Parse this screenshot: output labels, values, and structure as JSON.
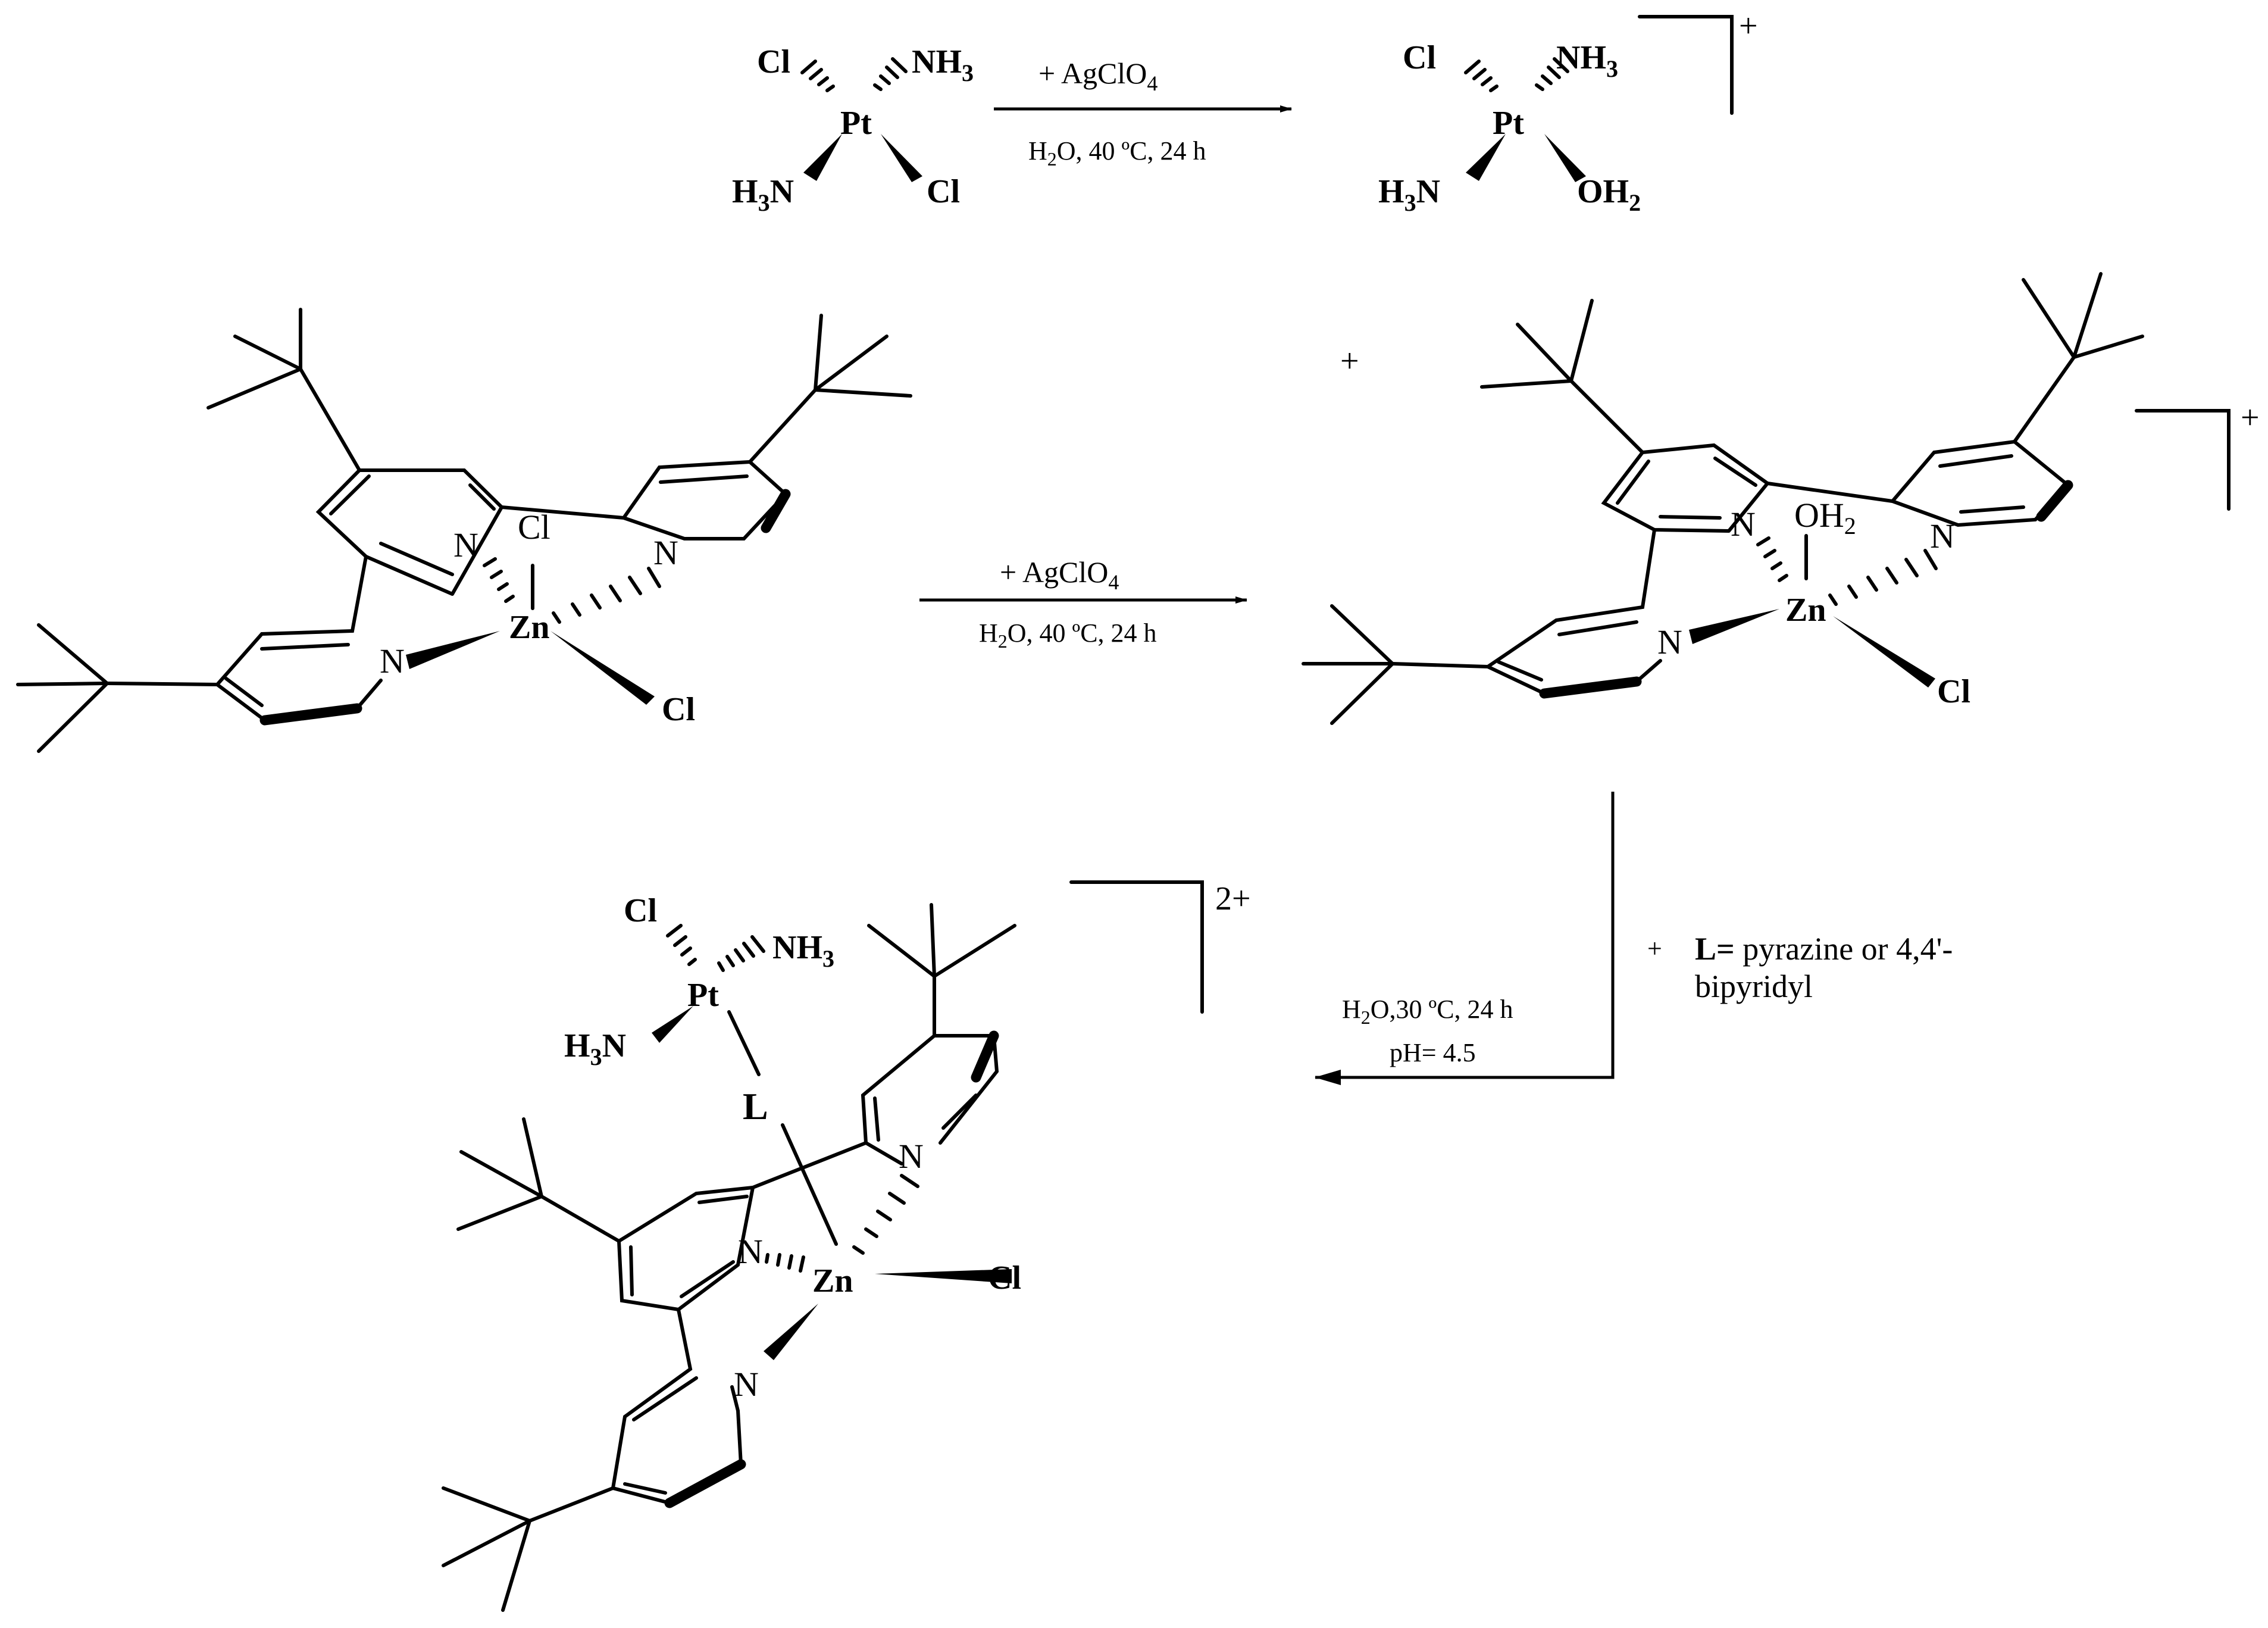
{
  "atoms": {
    "pt": "Pt",
    "zn": "Zn",
    "cl": "Cl",
    "nh3": "NH3",
    "h3n": "H3N",
    "oh2": "OH2",
    "n": "N",
    "l": "L"
  },
  "step1": {
    "reagent": "+ AgClO4",
    "conditions": "H2O, 40 ºC, 24 h",
    "charge": "+"
  },
  "step2": {
    "reagent": "+ AgClO4",
    "conditions": "H2O, 40 ºC, 24 h",
    "plus": "+",
    "charge": "+"
  },
  "step3": {
    "plus": "+",
    "ligand_bold": "L=",
    "ligand_line1": "pyrazine or 4,4'-",
    "ligand_line2": "bipyridyl",
    "conditions_line1": "H2O,30 ºC, 24 h",
    "conditions_line2": "pH= 4.5",
    "charge": "2+"
  },
  "icons": [
    "reaction-arrow-icon",
    "charge-bracket-icon"
  ]
}
